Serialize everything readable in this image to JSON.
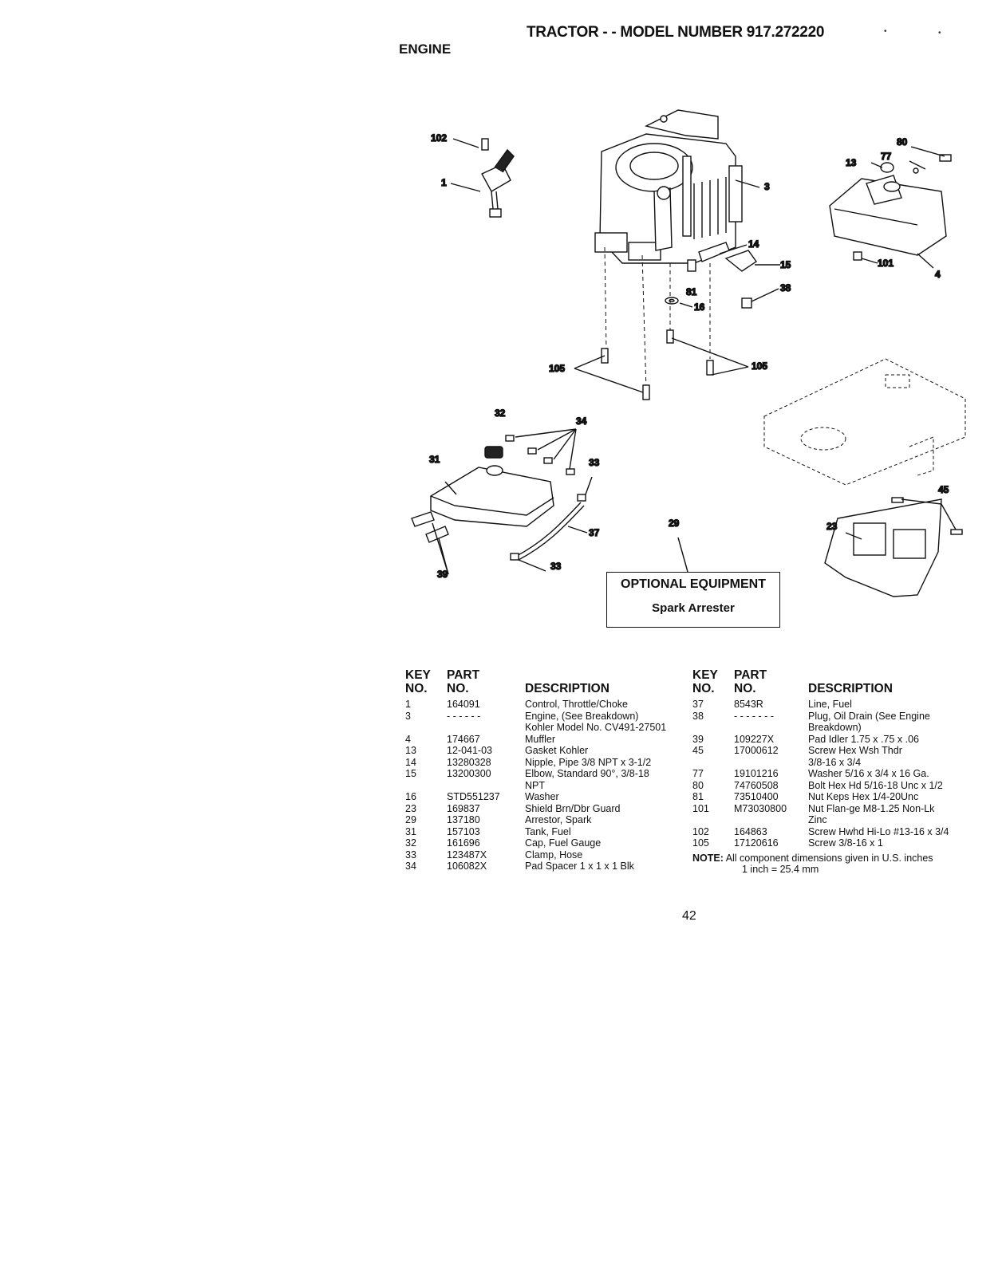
{
  "header": {
    "title": "TRACTOR - - MODEL NUMBER 917.272220",
    "section": "ENGINE"
  },
  "callouts": {
    "c102": "102",
    "c1": "1",
    "c3": "3",
    "c80": "80",
    "c77": "77",
    "c13": "13",
    "c14": "14",
    "c15": "15",
    "c38": "38",
    "c81": "81",
    "c16": "16",
    "c101": "101",
    "c4": "4",
    "c105a": "105",
    "c105b": "105",
    "c32": "32",
    "c34": "34",
    "c31": "31",
    "c33a": "33",
    "c37": "37",
    "c33b": "33",
    "c39": "39",
    "c29": "29",
    "c45": "45",
    "c23": "23"
  },
  "optional_box": {
    "title": "OPTIONAL EQUIPMENT",
    "item": "Spark Arrester"
  },
  "table_headers": {
    "key1": "KEY",
    "key2": "NO.",
    "part1": "PART",
    "part2": "NO.",
    "desc": "DESCRIPTION"
  },
  "parts_left": [
    {
      "key": "1",
      "part": "164091",
      "desc": "Control, Throttle/Choke"
    },
    {
      "key": "3",
      "part": "- - - - - -",
      "desc": "Engine, (See Breakdown)"
    },
    {
      "key": "",
      "part": "",
      "desc": "Kohler Model No. CV491-27501"
    },
    {
      "key": "4",
      "part": "174667",
      "desc": "Muffler"
    },
    {
      "key": "13",
      "part": "12-041-03",
      "desc": "Gasket Kohler"
    },
    {
      "key": "14",
      "part": "13280328",
      "desc": "Nipple, Pipe 3/8 NPT x 3-1/2"
    },
    {
      "key": "15",
      "part": "13200300",
      "desc": "Elbow, Standard 90°, 3/8-18"
    },
    {
      "key": "",
      "part": "",
      "desc": "NPT"
    },
    {
      "key": "16",
      "part": "STD551237",
      "desc": "Washer"
    },
    {
      "key": "23",
      "part": "169837",
      "desc": "Shield Brn/Dbr Guard"
    },
    {
      "key": "29",
      "part": "137180",
      "desc": "Arrestor, Spark"
    },
    {
      "key": "31",
      "part": "157103",
      "desc": "Tank, Fuel"
    },
    {
      "key": "32",
      "part": "161696",
      "desc": "Cap, Fuel Gauge"
    },
    {
      "key": "33",
      "part": "123487X",
      "desc": "Clamp, Hose"
    },
    {
      "key": "34",
      "part": "106082X",
      "desc": "Pad Spacer 1 x 1 x 1 Blk"
    }
  ],
  "parts_right": [
    {
      "key": "37",
      "part": "8543R",
      "desc": "Line, Fuel"
    },
    {
      "key": "38",
      "part": "- - - - - - -",
      "desc": "Plug, Oil Drain (See Engine"
    },
    {
      "key": "",
      "part": "",
      "desc": "Breakdown)"
    },
    {
      "key": "39",
      "part": "109227X",
      "desc": "Pad Idler 1.75 x .75 x .06"
    },
    {
      "key": "45",
      "part": "17000612",
      "desc": "Screw Hex Wsh Thdr"
    },
    {
      "key": "",
      "part": "",
      "desc": "3/8-16 x 3/4"
    },
    {
      "key": "77",
      "part": "19101216",
      "desc": "Washer 5/16 x 3/4 x 16 Ga."
    },
    {
      "key": "80",
      "part": "74760508",
      "desc": "Bolt Hex Hd 5/16-18 Unc x 1/2"
    },
    {
      "key": "81",
      "part": "73510400",
      "desc": "Nut Keps Hex 1/4-20Unc"
    },
    {
      "key": "101",
      "part": "M73030800",
      "desc": "Nut Flan-ge M8-1.25 Non-Lk"
    },
    {
      "key": "",
      "part": "",
      "desc": "Zinc"
    },
    {
      "key": "102",
      "part": "164863",
      "desc": "Screw Hwhd Hi-Lo #13-16 x 3/4"
    },
    {
      "key": "105",
      "part": "17120616",
      "desc": "Screw 3/8-16 x 1"
    }
  ],
  "note": {
    "label": "NOTE:",
    "text": "All component dimensions given in U.S. inches",
    "text2": "1 inch = 25.4 mm"
  },
  "page_number": "42"
}
